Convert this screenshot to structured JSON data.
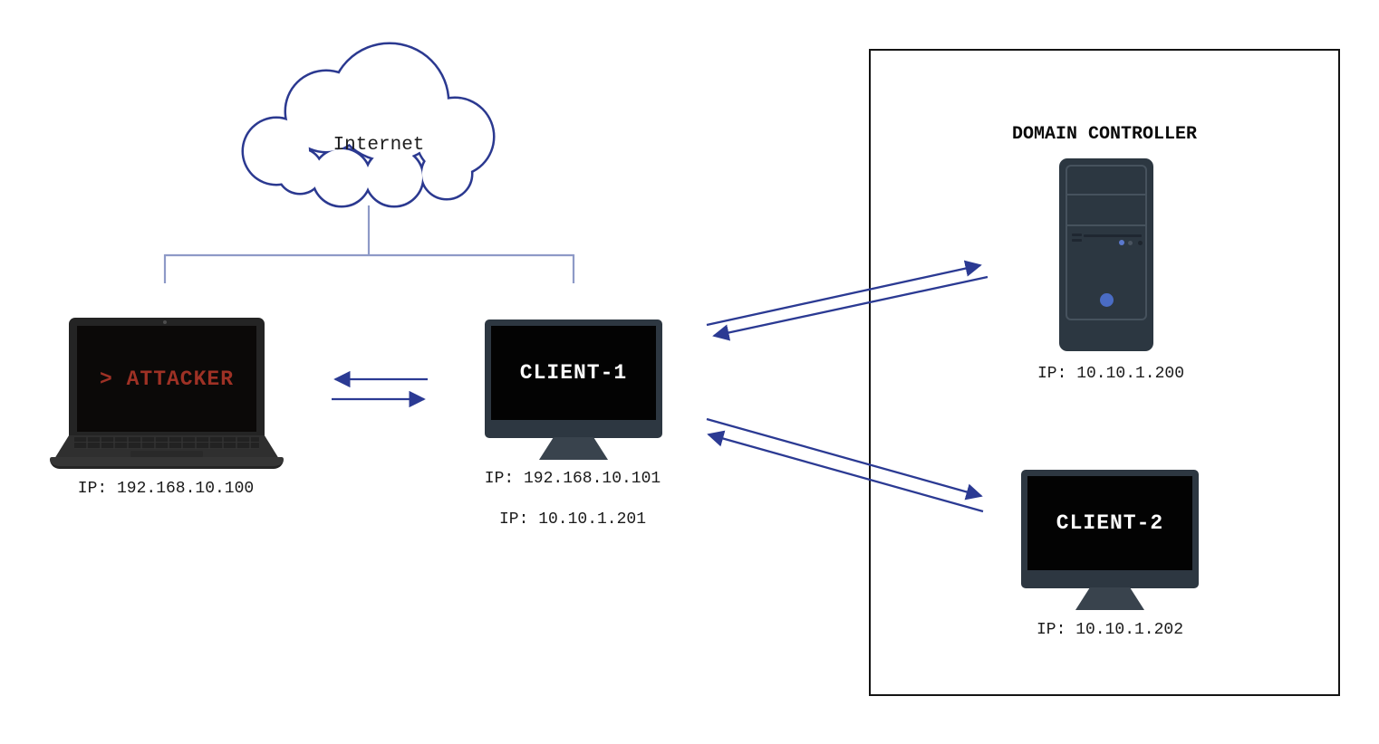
{
  "cloud": {
    "label": "Internet"
  },
  "attacker": {
    "screen_text": "> ATTACKER",
    "ip": "IP: 192.168.10.100"
  },
  "client1": {
    "screen_text": "CLIENT-1",
    "ip1": "IP: 192.168.10.101",
    "ip2": "IP: 10.10.1.201"
  },
  "domain_controller": {
    "title": "DOMAIN CONTROLLER",
    "ip": "IP: 10.10.1.200"
  },
  "client2": {
    "screen_text": "CLIENT-2",
    "ip": "IP: 10.10.1.202"
  },
  "icons": {
    "cloud": "internet-cloud-icon",
    "attacker_device": "laptop-icon",
    "client1_device": "desktop-monitor-icon",
    "domain_controller_device": "server-tower-icon",
    "client2_device": "desktop-monitor-icon"
  },
  "colors": {
    "arrow_blue": "#2b3a93",
    "cloud_outline_blue": "#2b3990",
    "connector_blue": "#8e9ac7",
    "attacker_text_red": "#9e3125",
    "device_slate": "#2d3741",
    "tower_slate": "#2c3741",
    "screen_black": "#030303",
    "led_power_blue": "#4a6cc4",
    "box_border_black": "#141414"
  }
}
